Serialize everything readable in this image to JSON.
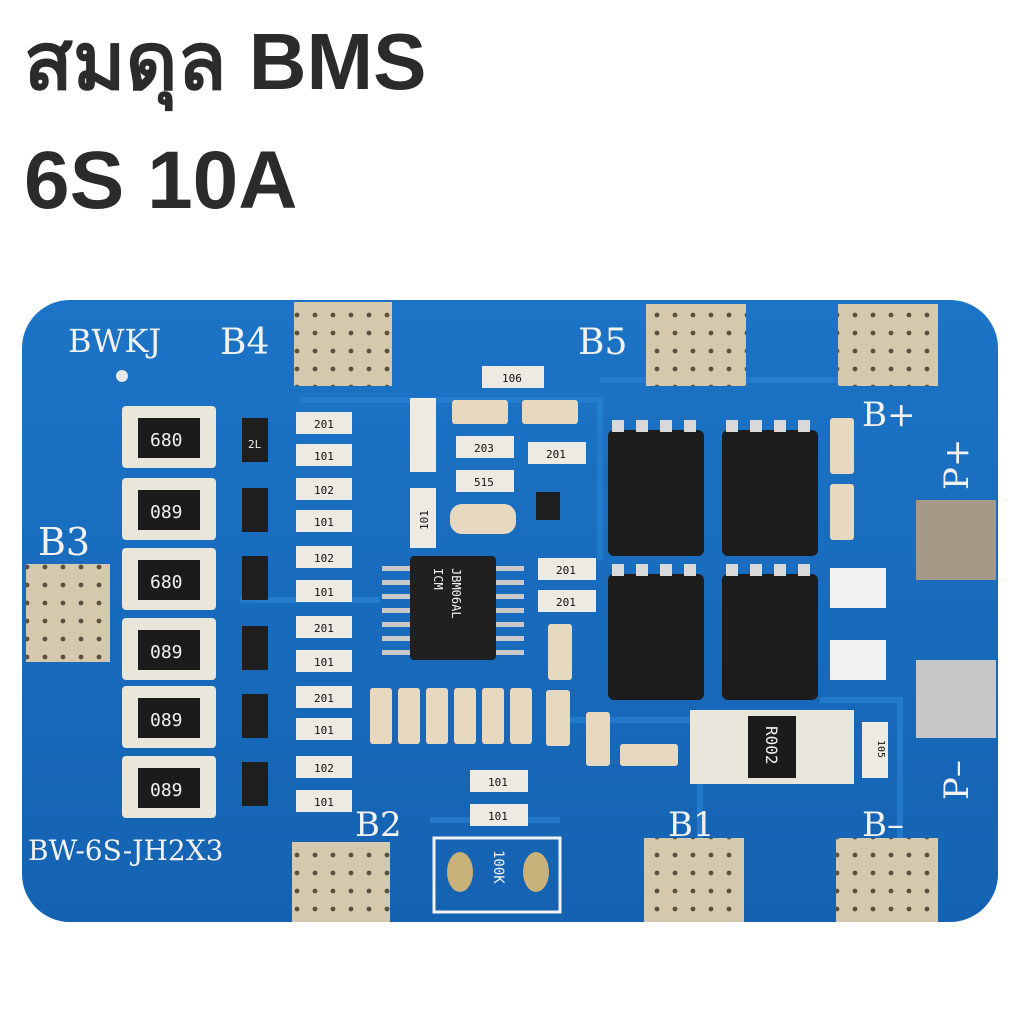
{
  "title": {
    "line1": "สมดุล BMS",
    "line2": "6S 10A"
  },
  "board": {
    "brand": "BWKJ",
    "model": "BW-6S-JH2X3",
    "pads": {
      "b4": "B4",
      "b5": "B5",
      "b3": "B3",
      "b2": "B2",
      "b1": "B1",
      "b_plus": "B+",
      "b_minus": "B–",
      "p_plus": "P+",
      "p_minus": "P–"
    },
    "balance_resistor_labels": [
      "680",
      "089",
      "680",
      "089",
      "089",
      "089"
    ],
    "small_resistor_labels": {
      "r_a": "201",
      "r_b": "101",
      "r_c": "102",
      "r_d": "101",
      "r_e": "102",
      "r_f": "101",
      "r_g": "201",
      "r_h": "101",
      "r_i": "201",
      "r_j": "101",
      "r_k": "102",
      "r_l": "101",
      "r_106": "106",
      "r_203": "203",
      "r_515": "515",
      "r_201b": "201",
      "r_101v": "101",
      "r_201c": "201",
      "r_201d": "201",
      "r_101e": "101",
      "r_101f": "101",
      "r_105": "105"
    },
    "shunt": "R002",
    "trimpot": "100K",
    "ic_text": [
      "ICM",
      "JBM06AL"
    ],
    "transistor_label": "2L",
    "accent_colors": {
      "pcb": "#1a6fc0",
      "pcb_dark": "#0f5aa6",
      "pad": "#cfc4a6",
      "mosfet": "#1c1c1c"
    }
  }
}
